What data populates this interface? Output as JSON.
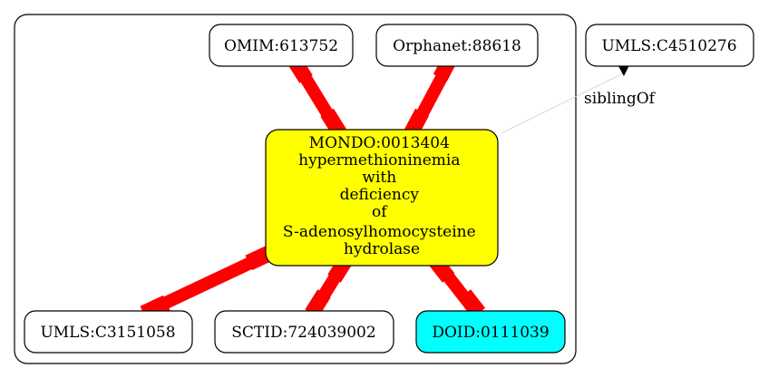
{
  "colors": {
    "background": "#ffffff",
    "node_default": "#ffffff",
    "node_central": "#ffff00",
    "node_doid": "#00ffff",
    "edge_equivalent": "#ff0000",
    "edge_sibling": "#d0d0d0",
    "arrowhead": "#000000"
  },
  "nodes": {
    "omim": {
      "label": "OMIM:613752"
    },
    "orphanet": {
      "label": "Orphanet:88618"
    },
    "umls_sibling": {
      "label": "UMLS:C4510276"
    },
    "mondo": {
      "lines": [
        "MONDO:0013404",
        "hypermethioninemia",
        "with",
        "deficiency",
        "of",
        "S-adenosylhomocysteine",
        "hydrolase"
      ]
    },
    "umls": {
      "label": "UMLS:C3151058"
    },
    "sctid": {
      "label": "SCTID:724039002"
    },
    "doid": {
      "label": "DOID:0111039"
    }
  },
  "edges": {
    "sibling_label": "siblingOf"
  }
}
